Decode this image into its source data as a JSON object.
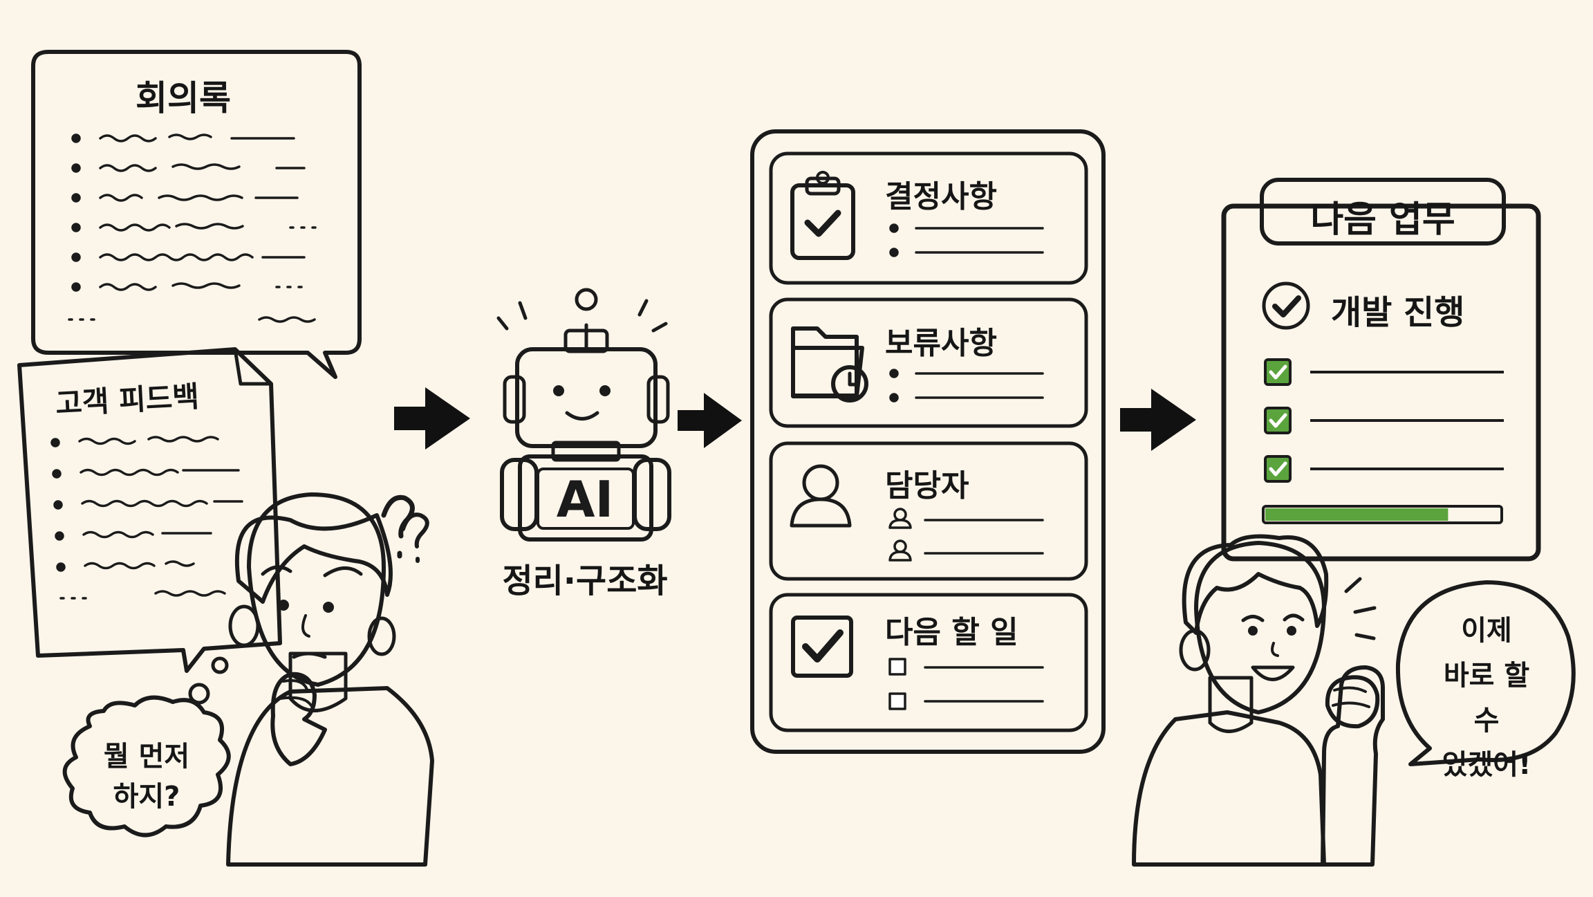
{
  "meeting_notes": {
    "title": "회의록",
    "icon": "document-bubble"
  },
  "customer_feedback": {
    "title": "고객 피드백",
    "icon": "document-page"
  },
  "confused_user": {
    "thought_line1": "뭘 먼저",
    "thought_line2": "하지?",
    "icon": "confused-person"
  },
  "robot": {
    "badge": "AI",
    "caption": "정리·구조화",
    "icon": "robot"
  },
  "organized_panel": {
    "cards": [
      {
        "title": "결정사항",
        "icon": "clipboard-check-icon"
      },
      {
        "title": "보류사항",
        "icon": "folder-clock-icon"
      },
      {
        "title": "담당자",
        "icon": "person-icon"
      },
      {
        "title": "다음 할 일",
        "icon": "green-checkbox-icon"
      }
    ]
  },
  "next_task": {
    "header": "다음 업무",
    "task": "개발 진행",
    "progress": 0.78,
    "checked_items": 3
  },
  "happy_user": {
    "line1": "이제",
    "line2": "바로 할 수",
    "line3": "있겠어!",
    "icon": "happy-person"
  },
  "colors": {
    "background": "#fbf5ea",
    "skin": "#f9d5ac",
    "hair": "#e4b56f",
    "shirt": "#e8c48f",
    "green": "#5ba43d",
    "blue": "#3f8ad9",
    "folder": "#f5d27e",
    "header_tan": "#eed3a8",
    "robot_gray": "#a9a9a9"
  }
}
